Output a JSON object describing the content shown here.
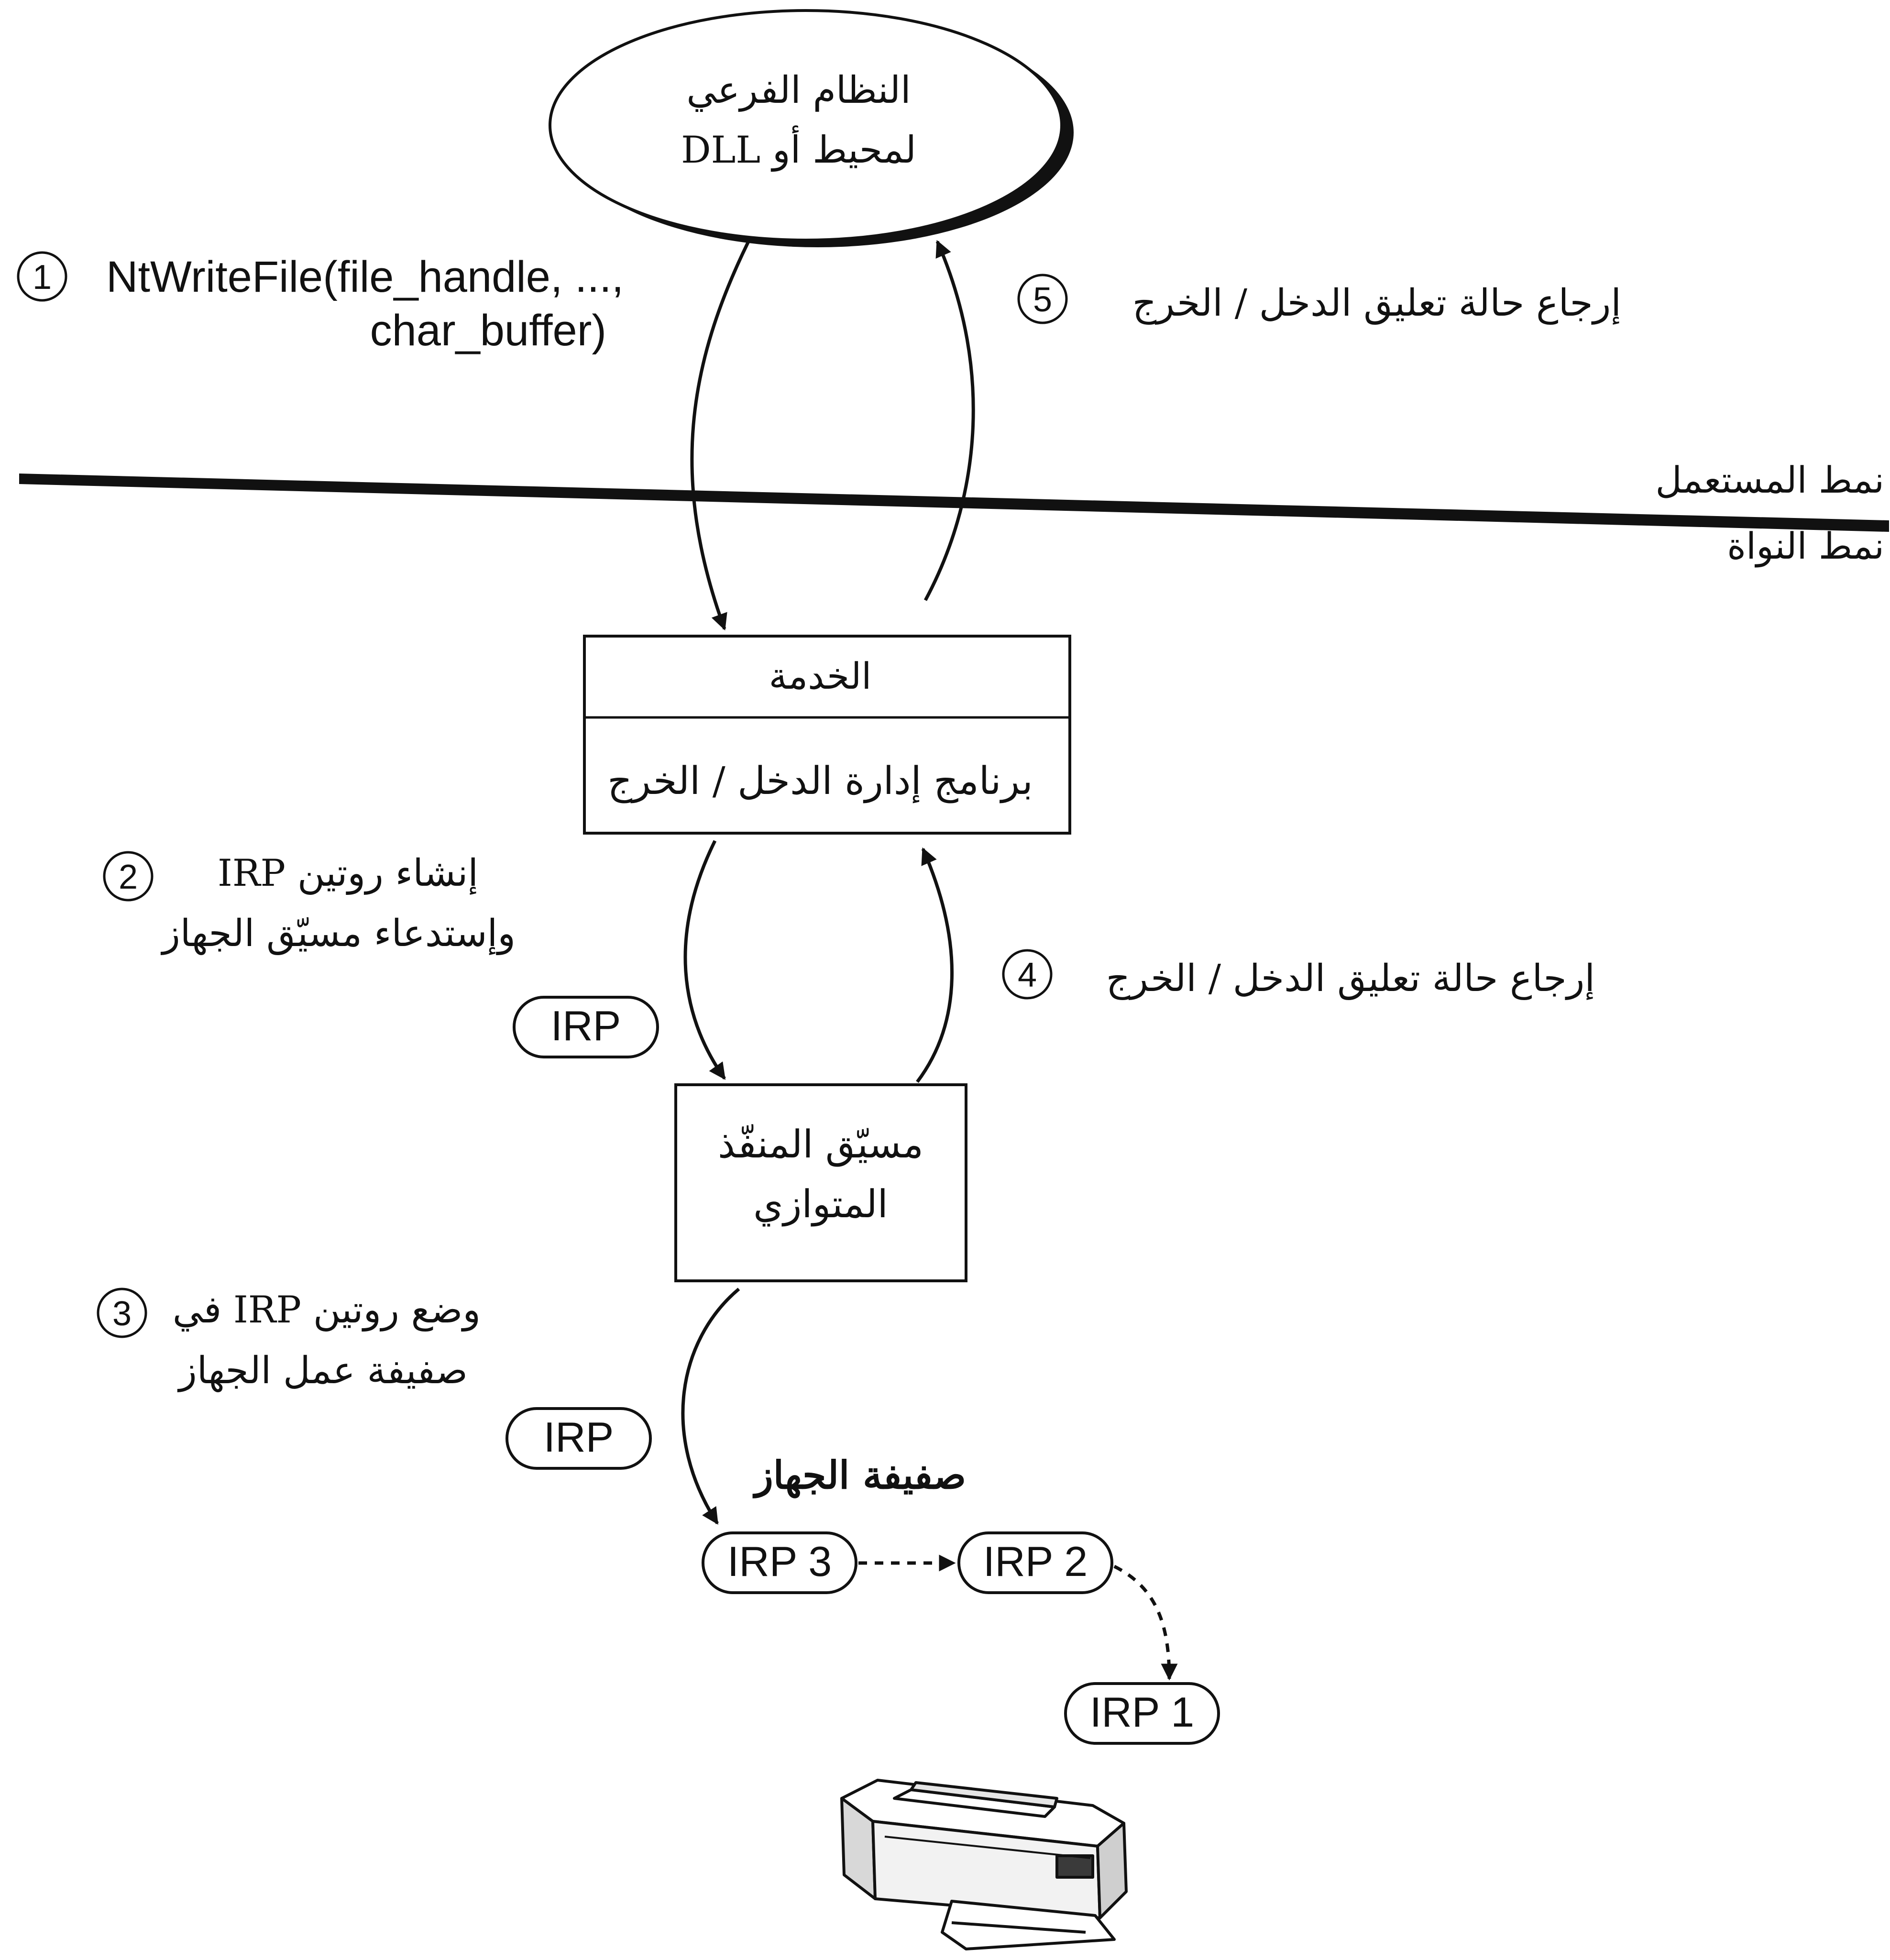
{
  "subsystem": {
    "line1": "النظام الفرعي",
    "line2": "لمحيط أو DLL"
  },
  "modes": {
    "user": "نمط المستعمل",
    "kernel": "نمط النواة"
  },
  "service_box": {
    "header": "الخدمة",
    "body": "برنامج إدارة الدخل / الخرج"
  },
  "driver_box": {
    "line1": "مسيّق المنفّذ",
    "line2": "المتوازي"
  },
  "steps": [
    {
      "number": "1",
      "lines": [
        "NtWriteFile(file_handle, ...,",
        "char_buffer)"
      ]
    },
    {
      "number": "2",
      "lines": [
        "إنشاء روتين IRP",
        "وإستدعاء مسيّق الجهاز"
      ]
    },
    {
      "number": "3",
      "lines": [
        "وضع روتين IRP في",
        "صفيفة عمل الجهاز"
      ]
    },
    {
      "number": "4",
      "lines": [
        "إرجاع حالة تعليق الدخل / الخرج"
      ]
    },
    {
      "number": "5",
      "lines": [
        "إرجاع حالة تعليق الدخل / الخرج"
      ]
    }
  ],
  "irp_tokens": [
    "IRP",
    "IRP"
  ],
  "queue": {
    "title": "صفيفة الجهاز",
    "items": [
      "IRP 3",
      "IRP 2",
      "IRP 1"
    ]
  },
  "icons": {
    "printer": "printer-icon"
  }
}
